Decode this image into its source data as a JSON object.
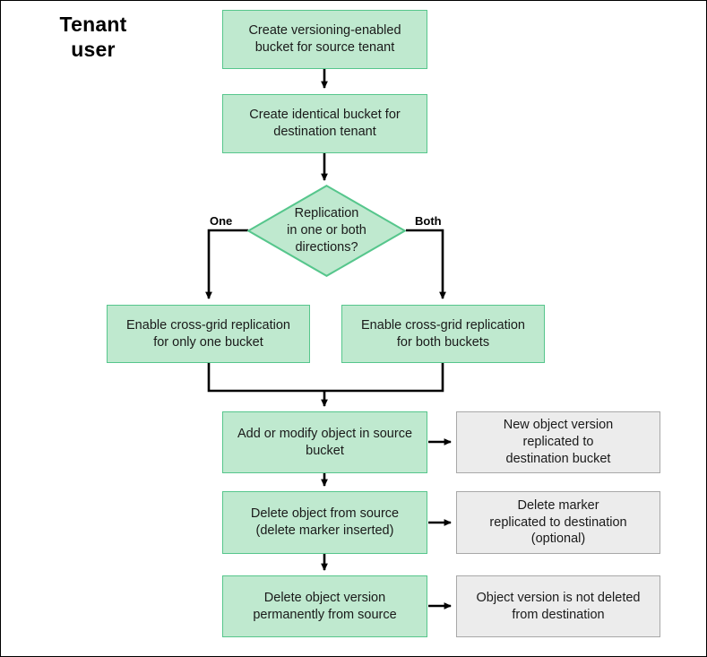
{
  "diagram": {
    "title": "Tenant user",
    "lane_label_line1": "Tenant",
    "lane_label_line2": "user",
    "colors": {
      "process_fill": "#bfe9cf",
      "process_border": "#56c68c",
      "result_fill": "#ececec",
      "result_border": "#a8a8a8",
      "connector": "#000000",
      "page_border": "#000000",
      "background": "#ffffff"
    },
    "nodes": [
      {
        "id": "create-versioned-bucket",
        "type": "process",
        "text": "Create versioning-enabled\nbucket for source tenant"
      },
      {
        "id": "create-identical-bucket",
        "type": "process",
        "text": "Create identical bucket for\ndestination tenant"
      },
      {
        "id": "replication-direction",
        "type": "decision",
        "text": "Replication\nin one or both\ndirections?"
      },
      {
        "id": "enable-one-bucket",
        "type": "process",
        "text": "Enable cross-grid replication\nfor only one bucket"
      },
      {
        "id": "enable-both-buckets",
        "type": "process",
        "text": "Enable cross-grid replication\nfor both buckets"
      },
      {
        "id": "add-or-modify-object",
        "type": "process",
        "text": "Add or modify object in source\nbucket"
      },
      {
        "id": "new-object-version-replicated",
        "type": "result",
        "text": "New object version\nreplicated to\ndestination bucket"
      },
      {
        "id": "delete-object-from-source",
        "type": "process",
        "text": "Delete object from source\n(delete marker inserted)"
      },
      {
        "id": "delete-marker-replicated",
        "type": "result",
        "text": "Delete marker\nreplicated to destination\n(optional)"
      },
      {
        "id": "delete-object-version",
        "type": "process",
        "text": "Delete object version\npermanently from source"
      },
      {
        "id": "object-version-not-deleted",
        "type": "result",
        "text": "Object version is not deleted\nfrom destination"
      }
    ],
    "edge_labels": {
      "one": "One",
      "both": "Both"
    }
  }
}
